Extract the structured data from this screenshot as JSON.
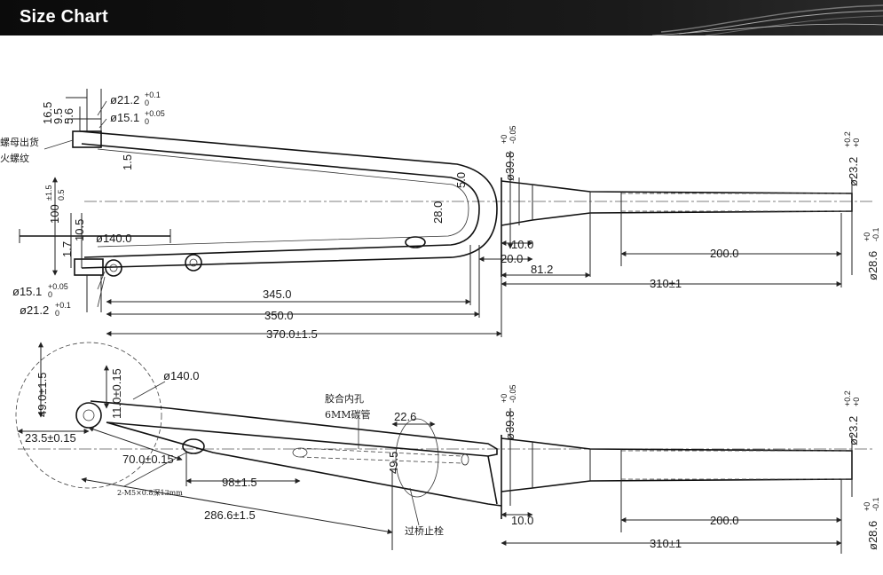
{
  "header": {
    "title": "Size Chart"
  },
  "top_view": {
    "d_21_2_top": {
      "base": "ø21.2",
      "sup": "+0.1",
      "sub": "0"
    },
    "d_15_1_top": {
      "base": "ø15.1",
      "sup": "+0.05",
      "sub": "0"
    },
    "v16_5": "16.5",
    "v9_5": "9.5",
    "v5_6": "5.6",
    "cn_line1": "螺母出货",
    "cn_line2": "火螺纹",
    "v1_5": "1.5",
    "v100": {
      "base": "100",
      "sup": "±1.5",
      "sub": "0.5"
    },
    "v10_5": "10.5",
    "v1_7": "1.7",
    "d140": "ø140.0",
    "v28": "28.0",
    "v5": "5.0",
    "d39_8": {
      "base": "ø39.8",
      "sup": "+0",
      "sub": "-0.05"
    },
    "v10": "10.0",
    "v20": "20.0",
    "v81_2": "81.2",
    "v200": "200.0",
    "v310": "310±1",
    "d23_2": {
      "base": "ø23.2",
      "sup": "+0.2",
      "sub": "+0"
    },
    "d28_6": {
      "base": "ø28.6",
      "sup": "+0",
      "sub": "-0.1"
    },
    "d_15_1_bot": {
      "base": "ø15.1",
      "sup": "+0.05",
      "sub": "0"
    },
    "d_21_2_bot": {
      "base": "ø21.2",
      "sup": "+0.1",
      "sub": "0"
    },
    "v345": "345.0",
    "v350": "350.0",
    "v370": "370.0±1.5"
  },
  "side_view": {
    "d140": "ø140.0",
    "v49": "49.0±1.5",
    "v11": "11.0±0.15",
    "v23_5": "23.5±0.15",
    "v70": "70.0±0.15",
    "thread": "2-M5×0.8深13mm",
    "v98": "98±1.5",
    "v286_6": "286.6±1.5",
    "cn_glue1": "胶合内孔",
    "cn_glue2": "6MM碳管",
    "v22_6": "22.6",
    "v49_5": "49.5",
    "cn_bolt": "过桥止栓",
    "d39_8": {
      "base": "ø39.8",
      "sup": "+0",
      "sub": "-0.05"
    },
    "v10": "10.0",
    "v200": "200.0",
    "v310": "310±1",
    "d23_2": {
      "base": "ø23.2",
      "sup": "+0.2",
      "sub": "+0"
    },
    "d28_6": {
      "base": "ø28.6",
      "sup": "+0",
      "sub": "-0.1"
    }
  }
}
